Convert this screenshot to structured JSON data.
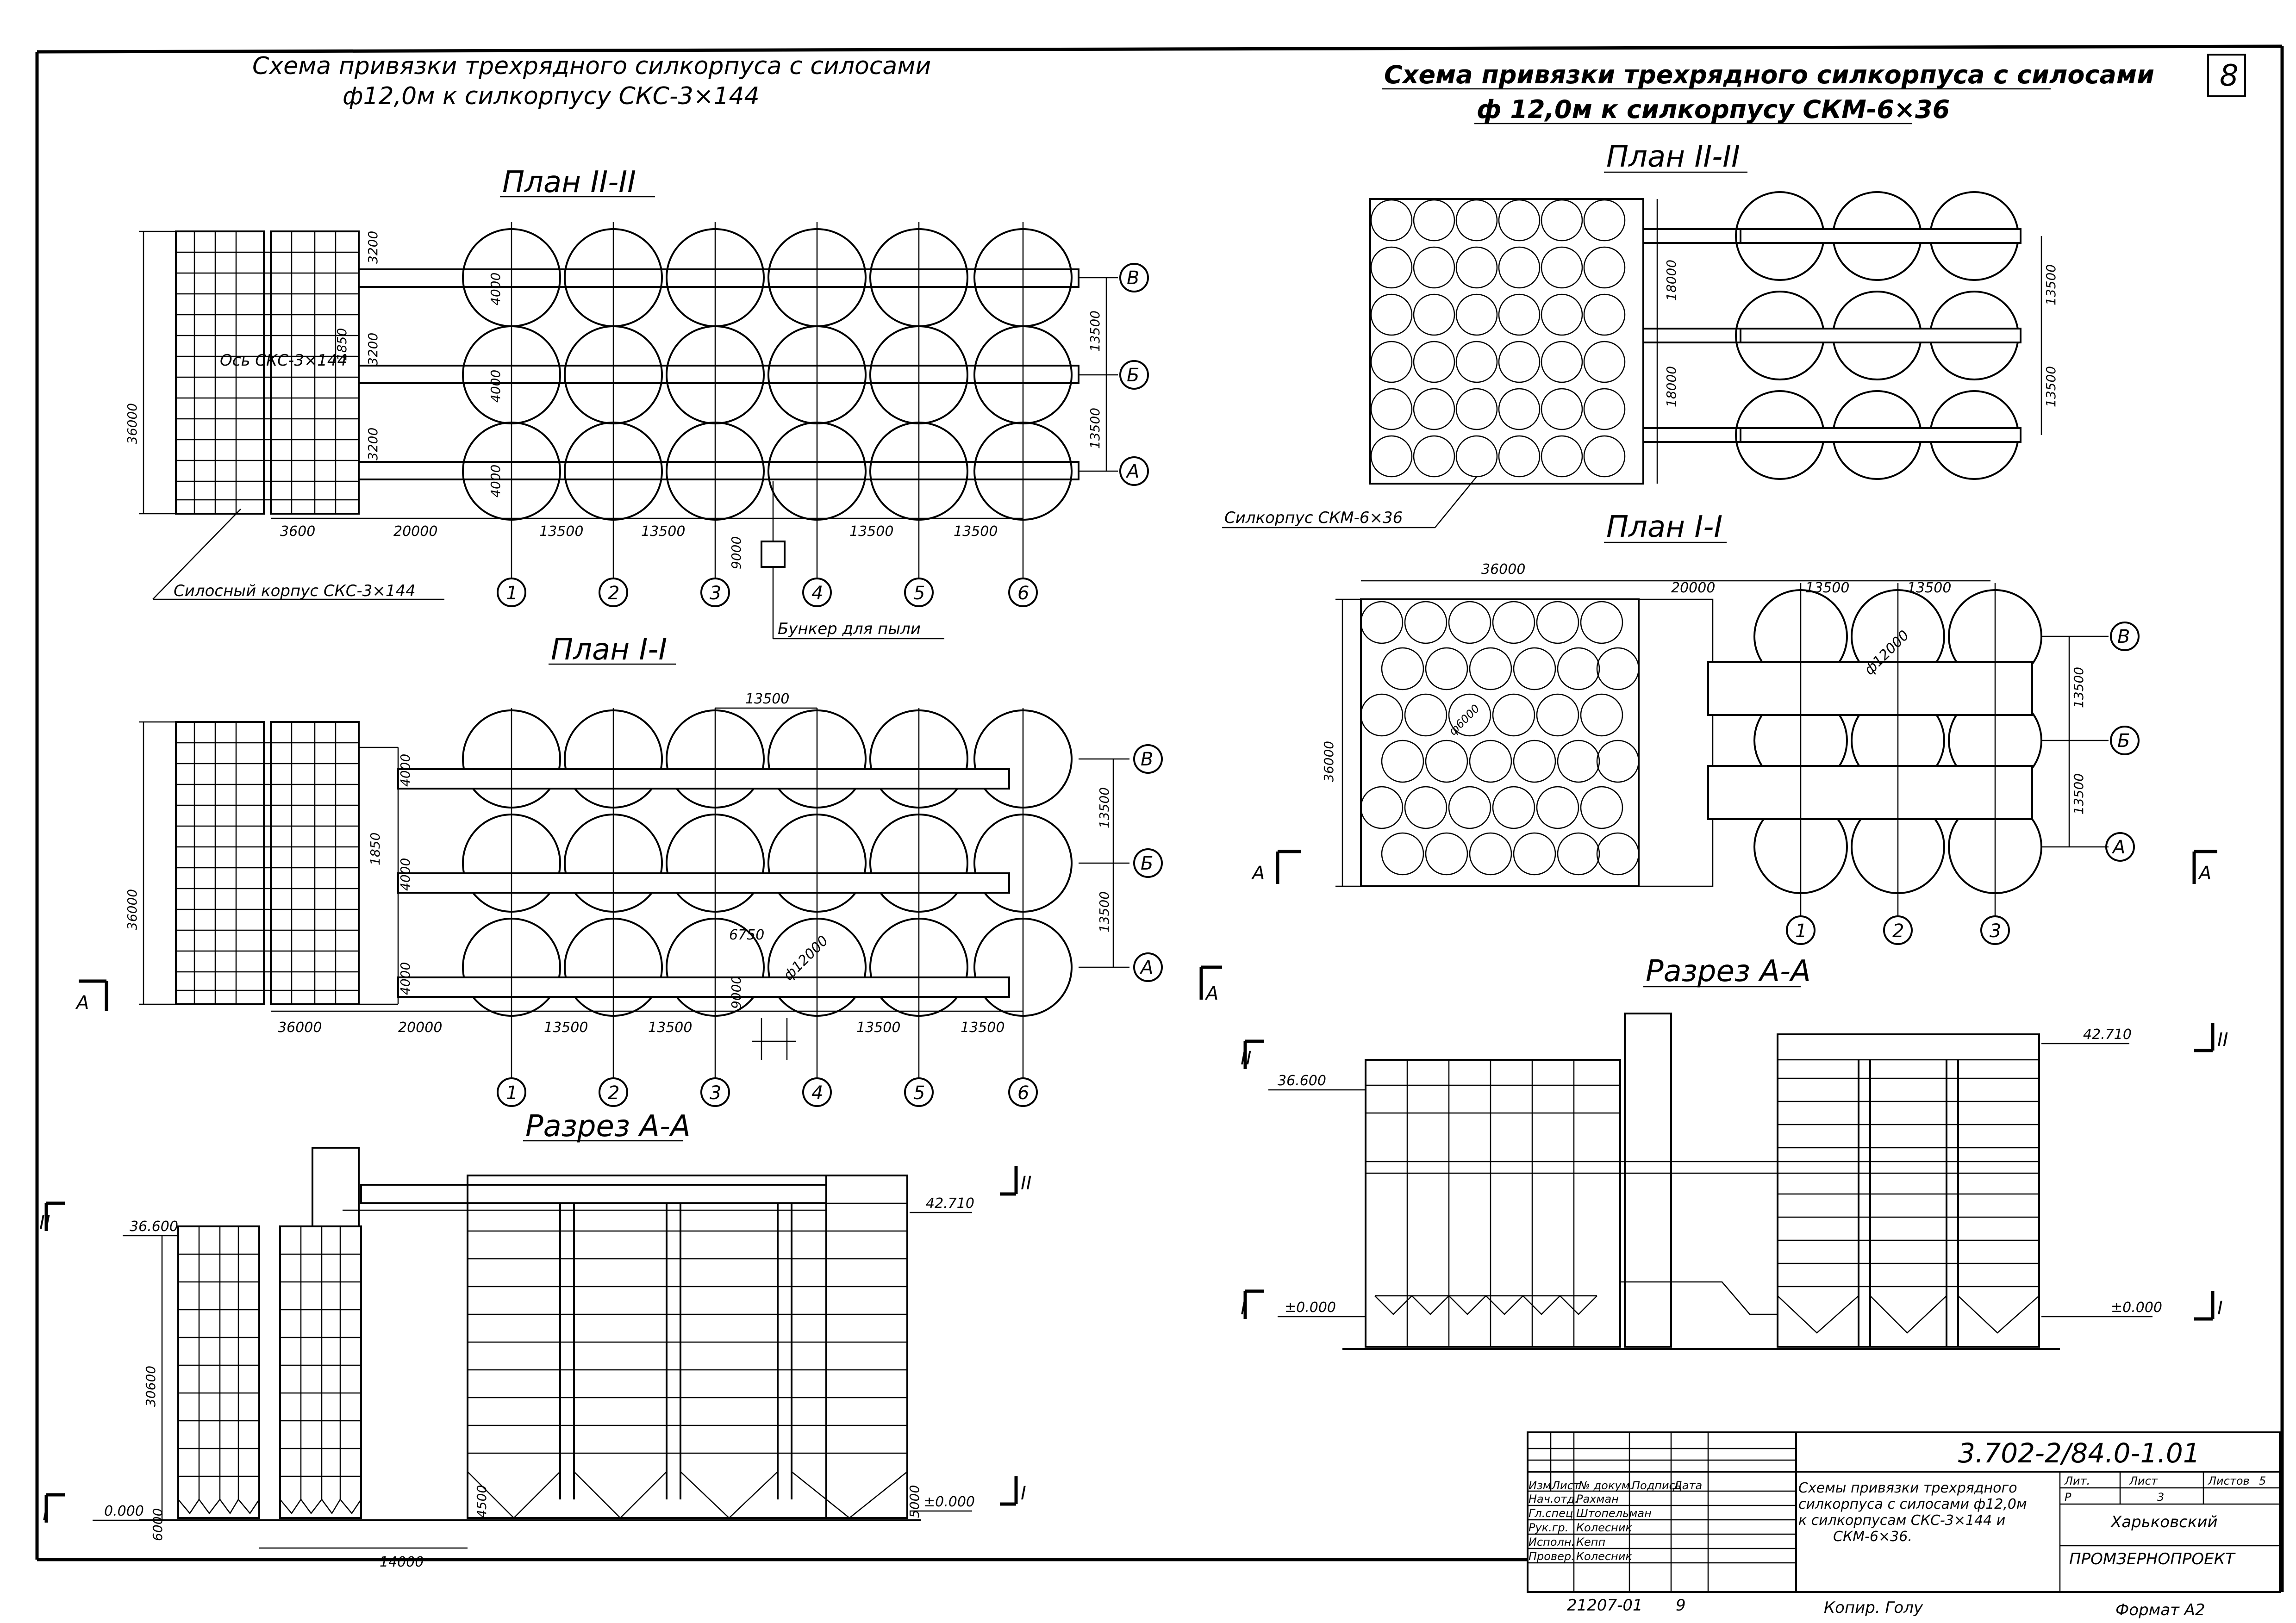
{
  "sheet_number": "8",
  "left": {
    "title_line1": "Схема привязки трехрядного силкорпуса с силосами",
    "title_line2": "ф12,0м к силкорпусу СКС-3×144",
    "plan2": {
      "heading": "План II-II",
      "axis_label": "Ось СКС-3×144",
      "dims_top": [
        "3600",
        "20000",
        "13500",
        "13500",
        "13500",
        "13500"
      ],
      "dim_left": "36000",
      "dims_vert": [
        "3200",
        "1850",
        "3200",
        "3200"
      ],
      "dims_vert_inner": [
        "4000",
        "4000",
        "4000"
      ],
      "dims_right": [
        "13500",
        "13500"
      ],
      "dim_bunker": "9000",
      "rows": [
        "В",
        "Б",
        "А"
      ],
      "cols": [
        "1",
        "2",
        "3",
        "4",
        "5",
        "6"
      ],
      "silo_body_label": "Силосный корпус СКС-3×144",
      "bunker_label": "Бункер для пыли"
    },
    "plan1": {
      "heading": "План I-I",
      "dim_top": "13500",
      "dims_bottom": [
        "36000",
        "20000",
        "13500",
        "13500",
        "13500",
        "13500"
      ],
      "dim_left": "36000",
      "dims_vert_inner": [
        "4000",
        "1850",
        "4000",
        "4000"
      ],
      "dims_right": [
        "13500",
        "13500"
      ],
      "dim_diameter": "ф12000",
      "dim_small": "6750",
      "dim_vert_small": "9000",
      "rows": [
        "В",
        "Б",
        "А"
      ],
      "cols": [
        "1",
        "2",
        "3",
        "4",
        "5",
        "6"
      ],
      "section_marker": "А"
    },
    "section": {
      "heading": "Разрез А-А",
      "levels": [
        "42.710",
        "36.600",
        "±0.000",
        "0.000"
      ],
      "dim_height": "30600",
      "dim_bottom": "14000",
      "dims_small": [
        "6000",
        "4500",
        "5000"
      ],
      "markers": [
        "II",
        "I"
      ]
    }
  },
  "right": {
    "title_line1": "Схема привязки трехрядного силкорпуса с силосами",
    "title_line2": "ф 12,0м к силкорпусу СКМ-6×36",
    "plan2": {
      "heading": "План II-II",
      "dims_left": [
        "18000",
        "18000"
      ],
      "dims_right": [
        "13500",
        "13500"
      ],
      "silo_body_label": "Силкорпус СКМ-6×36"
    },
    "plan1": {
      "heading": "План I-I",
      "dims_top": [
        "36000",
        "20000",
        "13500",
        "13500"
      ],
      "dim_left": "36000",
      "dims_right": [
        "13500",
        "13500"
      ],
      "dim_diameter": "ф12000",
      "dim_small_diameter": "ф6000",
      "rows": [
        "В",
        "Б",
        "А"
      ],
      "cols": [
        "1",
        "2",
        "3"
      ],
      "section_marker": "А"
    },
    "section": {
      "heading": "Разрез А-А",
      "levels": [
        "42.710",
        "36.600",
        "±0.000",
        "±0.000"
      ],
      "markers": [
        "II",
        "I"
      ]
    }
  },
  "title_block": {
    "code": "3.702-2/84.0-1.01",
    "header_cols": [
      "Изм.",
      "Лист",
      "№ докум.",
      "Подпись",
      "Дата"
    ],
    "roles": [
      {
        "role": "Нач.отд.",
        "name": "Рахман"
      },
      {
        "role": "Гл.спец",
        "name": "Штопельман"
      },
      {
        "role": "Рук.гр.",
        "name": "Колесник"
      },
      {
        "role": "Исполн.",
        "name": "Кепп"
      },
      {
        "role": "Провер.",
        "name": "Колесник"
      }
    ],
    "description": [
      "Схемы привязки трехрядного",
      "силкорпуса с силосами ф12,0м",
      "к силкорпусам СКС-3×144 и",
      "СКМ-6×36."
    ],
    "lit_label": "Лит.",
    "lit_value": "Р",
    "sheet_label": "Лист",
    "sheet_value": "3",
    "sheets_label": "Листов",
    "sheets_value": "5",
    "org_line1": "Харьковский",
    "org_line2": "ПРОМЗЕРНОПРОЕКТ",
    "bottom_left": "21207-01",
    "bottom_sheet": "9",
    "copied": "Копир. Голу",
    "format": "Формат А2"
  }
}
